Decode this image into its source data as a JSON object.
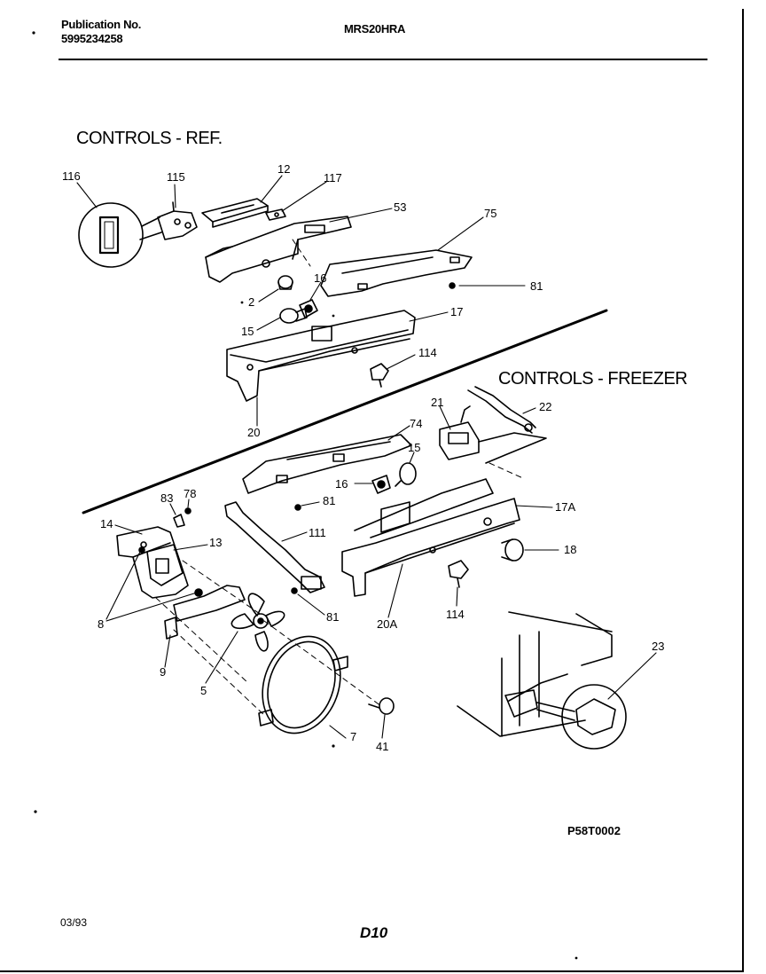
{
  "header": {
    "publication_label": "Publication No.",
    "publication_number": "5995234258",
    "model": "MRS20HRA"
  },
  "sections": {
    "refrigerator": "CONTROLS - REF.",
    "freezer": "CONTROLS - FREEZER"
  },
  "callouts": {
    "c116": "116",
    "c115": "115",
    "c12": "12",
    "c117": "117",
    "c53": "53",
    "c75": "75",
    "c81a": "81",
    "c2": "2",
    "c16a": "16",
    "c15a": "15",
    "c17": "17",
    "c114a": "114",
    "c20": "20",
    "c74": "74",
    "c21": "21",
    "c22": "22",
    "c15b": "15",
    "c16b": "16",
    "c81b": "81",
    "c17a": "17A",
    "c83": "83",
    "c78": "78",
    "c14": "14",
    "c13": "13",
    "c111": "111",
    "c18": "18",
    "c8": "8",
    "c81c": "81",
    "c114b": "114",
    "c20a": "20A",
    "c9": "9",
    "c5": "5",
    "c23": "23",
    "c7": "7",
    "c41": "41"
  },
  "drawing_code": "P58T0002",
  "footer": {
    "date": "03/93",
    "page": "D10"
  }
}
